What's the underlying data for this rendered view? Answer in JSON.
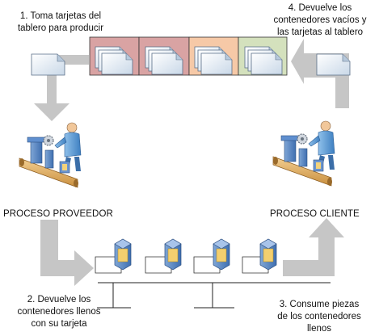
{
  "steps": {
    "step1": "1. Toma tarjetas del\ntablero para producir",
    "step2": "2. Devuelve los\ncontenedores llenos\ncon su tarjeta",
    "step3": "3. Consume piezas\nde los contenedores\nllenos",
    "step4": "4. Devuelve los\ncontenedores vacíos y\nlas tarjetas al tablero"
  },
  "processes": {
    "supplier": "PROCESO PROVEEDOR",
    "customer": "PROCESO CLIENTE"
  },
  "colors": {
    "arrow": "#c6c6c6",
    "board_cell_1": "#d9a3a3",
    "board_cell_2": "#d9a3a3",
    "board_cell_3": "#f6c9a7",
    "board_cell_4": "#d4e1bd",
    "card_fill": "#dfe9f3",
    "worker": "#5b9bd5",
    "conveyor": "#e2b06c"
  },
  "icons": {
    "board": "kanban-board-icon",
    "card": "kanban-card-icon",
    "worker": "worker-at-conveyor-icon",
    "container": "full-container-icon"
  }
}
